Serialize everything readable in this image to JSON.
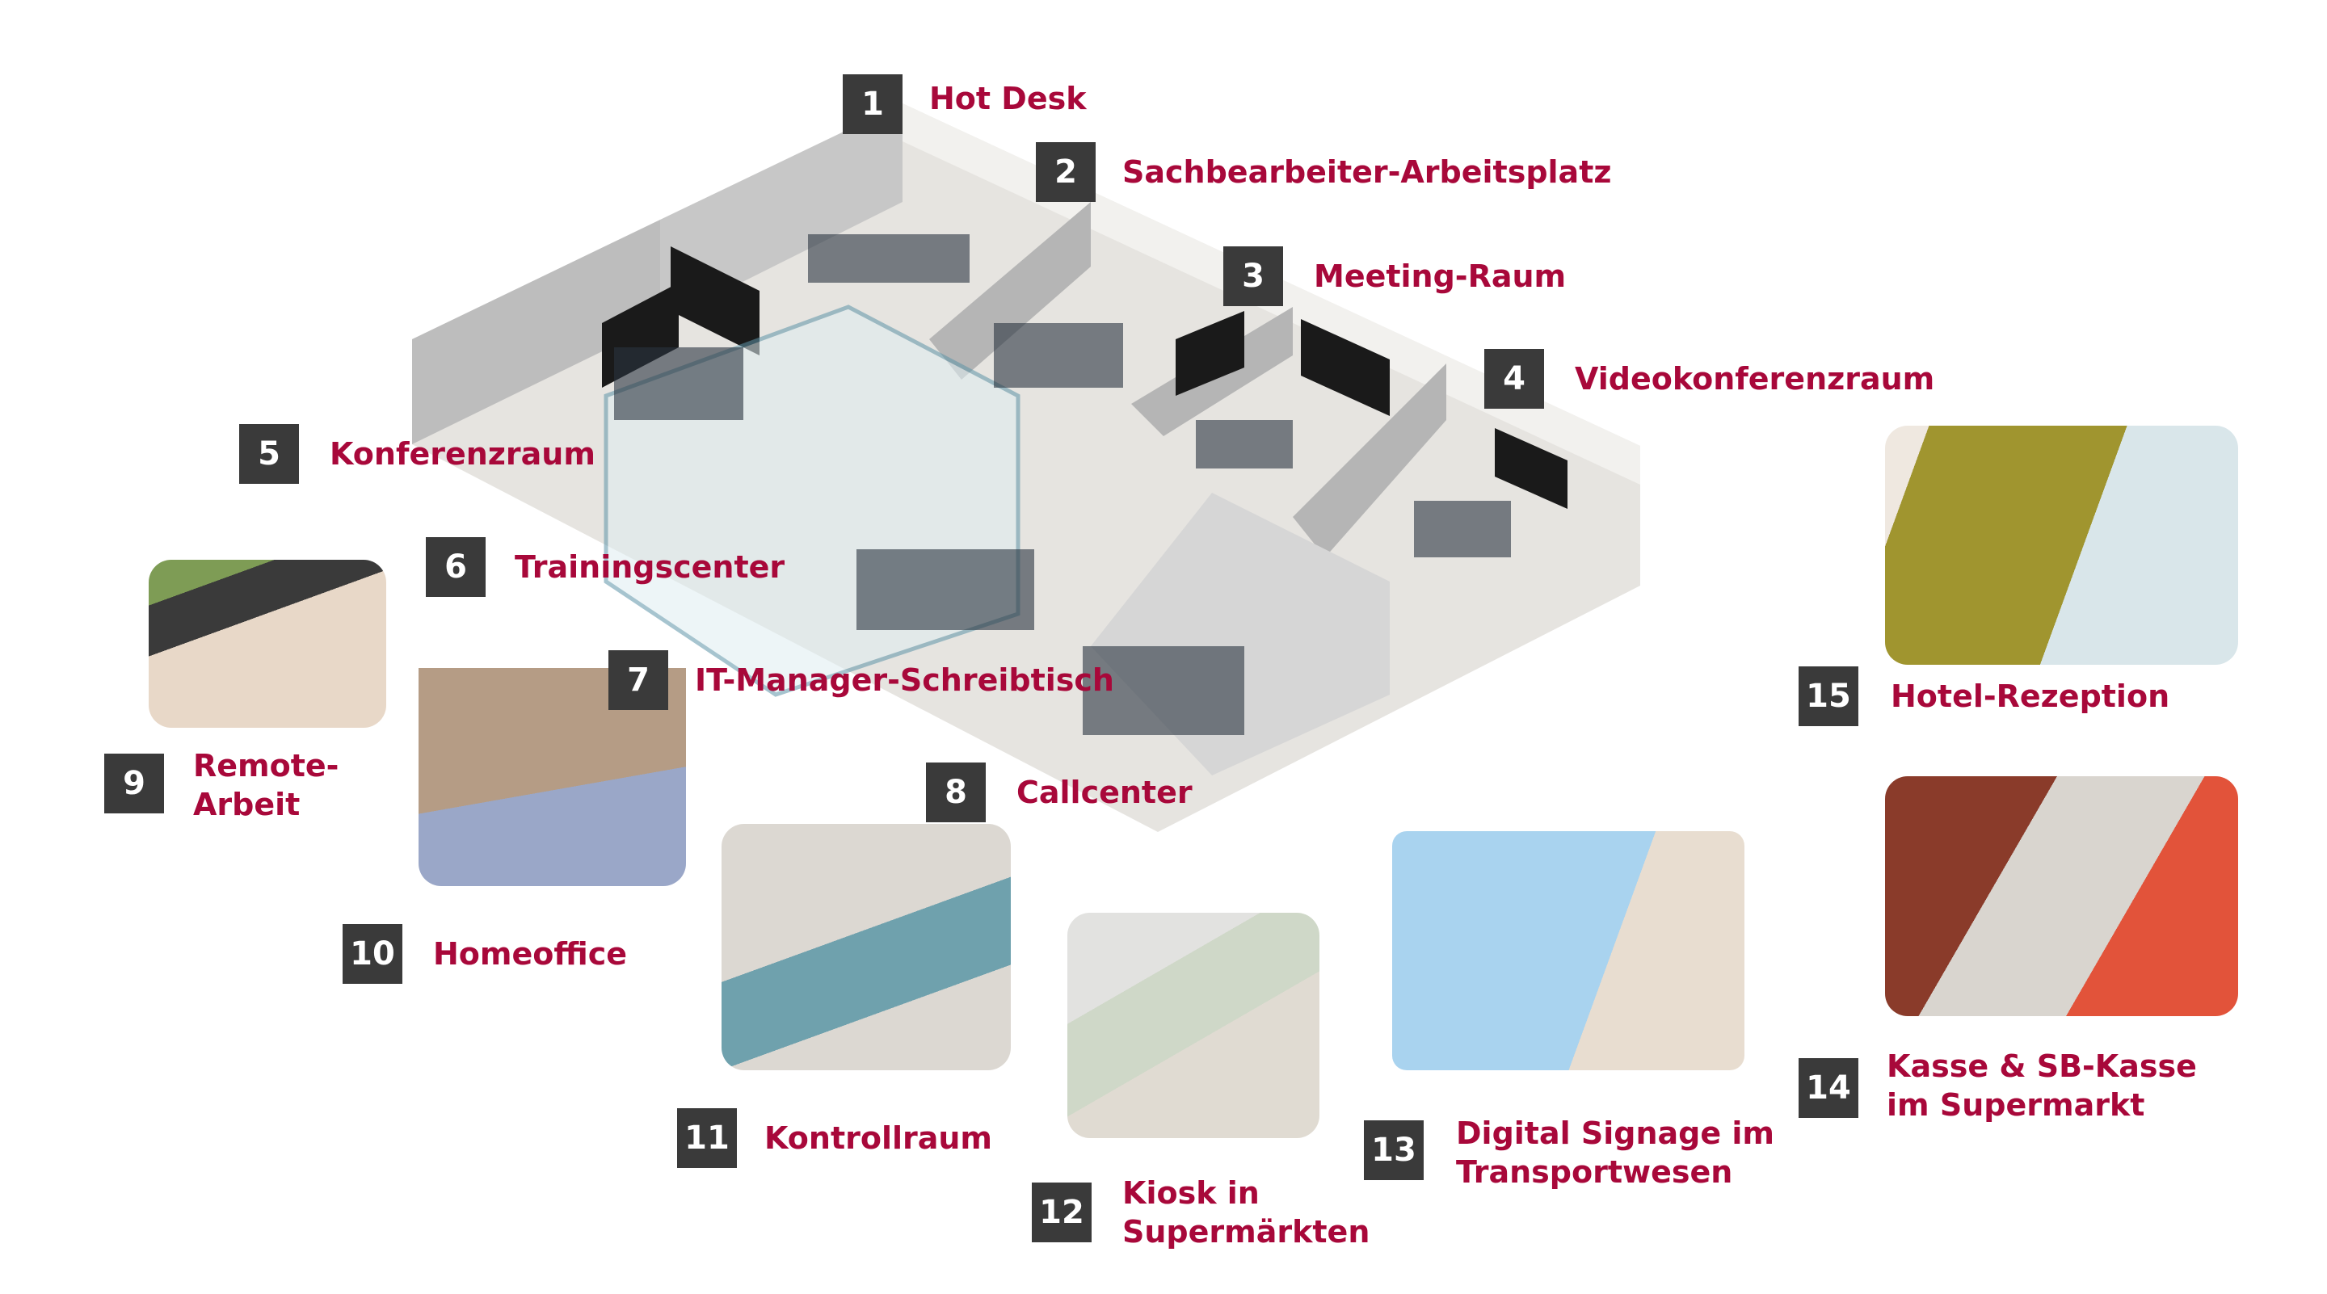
{
  "colors": {
    "label_text": "#a8083a",
    "badge_bg": "#3a3a3a",
    "badge_text": "#ffffff"
  },
  "items": [
    {
      "number": "1",
      "label": "Hot Desk"
    },
    {
      "number": "2",
      "label": "Sachbearbeiter-Arbeitsplatz"
    },
    {
      "number": "3",
      "label": "Meeting-Raum"
    },
    {
      "number": "4",
      "label": "Videokonferenzraum"
    },
    {
      "number": "5",
      "label": "Konferenzraum"
    },
    {
      "number": "6",
      "label": "Trainingscenter"
    },
    {
      "number": "7",
      "label": "IT-Manager-Schreibtisch"
    },
    {
      "number": "8",
      "label": "Callcenter"
    },
    {
      "number": "9",
      "label_lines": [
        "Remote-",
        "Arbeit"
      ]
    },
    {
      "number": "10",
      "label": "Homeoffice"
    },
    {
      "number": "11",
      "label": "Kontrollraum"
    },
    {
      "number": "12",
      "label_lines": [
        "Kiosk in",
        "Supermärkten"
      ]
    },
    {
      "number": "13",
      "label_lines": [
        "Digital Signage im",
        "Transportwesen"
      ]
    },
    {
      "number": "14",
      "label_lines": [
        "Kasse & SB-Kasse",
        "im Supermarkt"
      ]
    },
    {
      "number": "15",
      "label": "Hotel-Rezeption"
    }
  ]
}
